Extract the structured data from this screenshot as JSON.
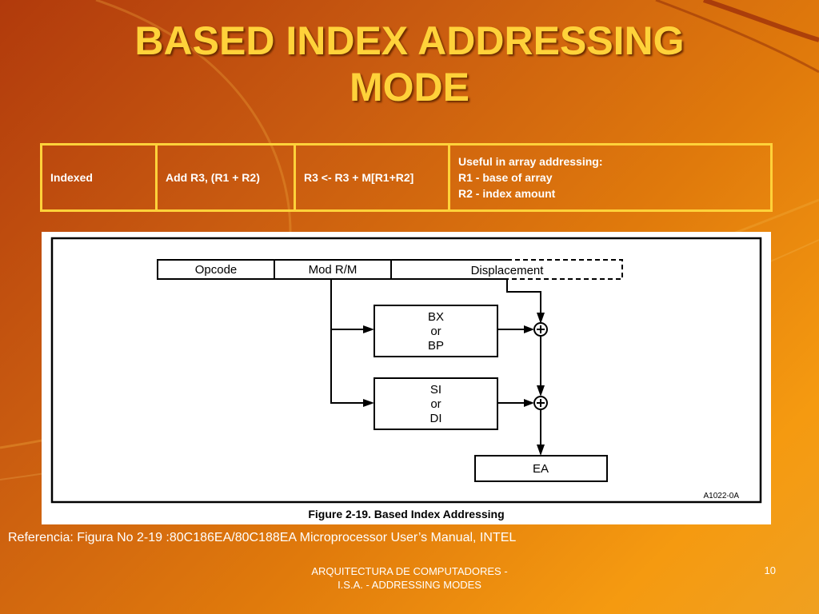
{
  "title": {
    "line1": "BASED INDEX ADDRESSING",
    "line2": "MODE"
  },
  "table": {
    "mode": "Indexed",
    "instruction": "Add R3, (R1 + R2)",
    "operation": "R3 <- R3 + M[R1+R2]",
    "notes": [
      "Useful in array addressing:",
      "R1 - base of array",
      "R2 - index amount"
    ]
  },
  "figure": {
    "fields": {
      "opcode": "Opcode",
      "modrm": "Mod R/M",
      "displacement": "Displacement"
    },
    "base_register": [
      "BX",
      "or",
      "BP"
    ],
    "index_register": [
      "SI",
      "or",
      "DI"
    ],
    "result": "EA",
    "code": "A1022-0A",
    "caption": "Figure 2-19.  Based Index Addressing"
  },
  "reference": "Referencia: Figura No 2-19  :80C186EA/80C188EA Microprocessor User’s Manual, INTEL",
  "footer": {
    "line1": "ARQUITECTURA DE COMPUTADORES -",
    "line2": "I.S.A. - ADDRESSING MODES",
    "page_number": "10"
  }
}
